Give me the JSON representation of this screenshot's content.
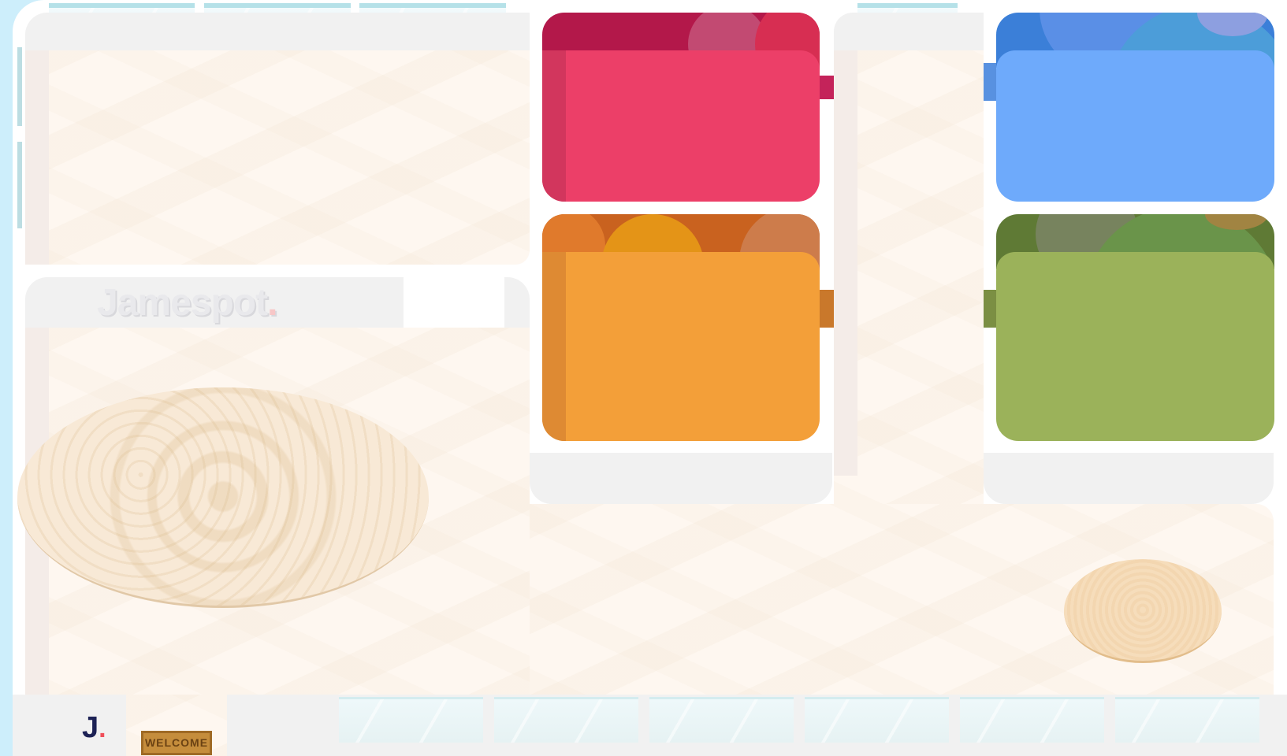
{
  "office": {
    "brand_watermark": "Jamespot",
    "brand_dot": ".",
    "corner_logo_letter": "J",
    "corner_logo_dot": ".",
    "welcome_mat_text": "WELCOME"
  },
  "rooms": [
    {
      "id": "meeting-room-red",
      "color": "#ec3f68",
      "wall_color": "#b3184a"
    },
    {
      "id": "meeting-room-blue",
      "color": "#6eaafb",
      "wall_color": "#3b7fd8"
    },
    {
      "id": "meeting-room-orange",
      "color": "#f39f39",
      "wall_color": "#c9621f"
    },
    {
      "id": "meeting-room-green",
      "color": "#9bb25a",
      "wall_color": "#5f7a35"
    }
  ],
  "colors": {
    "background": "#cdeefb",
    "floor": "#fef7f0",
    "brand_accent": "#f08080",
    "logo_navy": "#1d2255"
  }
}
